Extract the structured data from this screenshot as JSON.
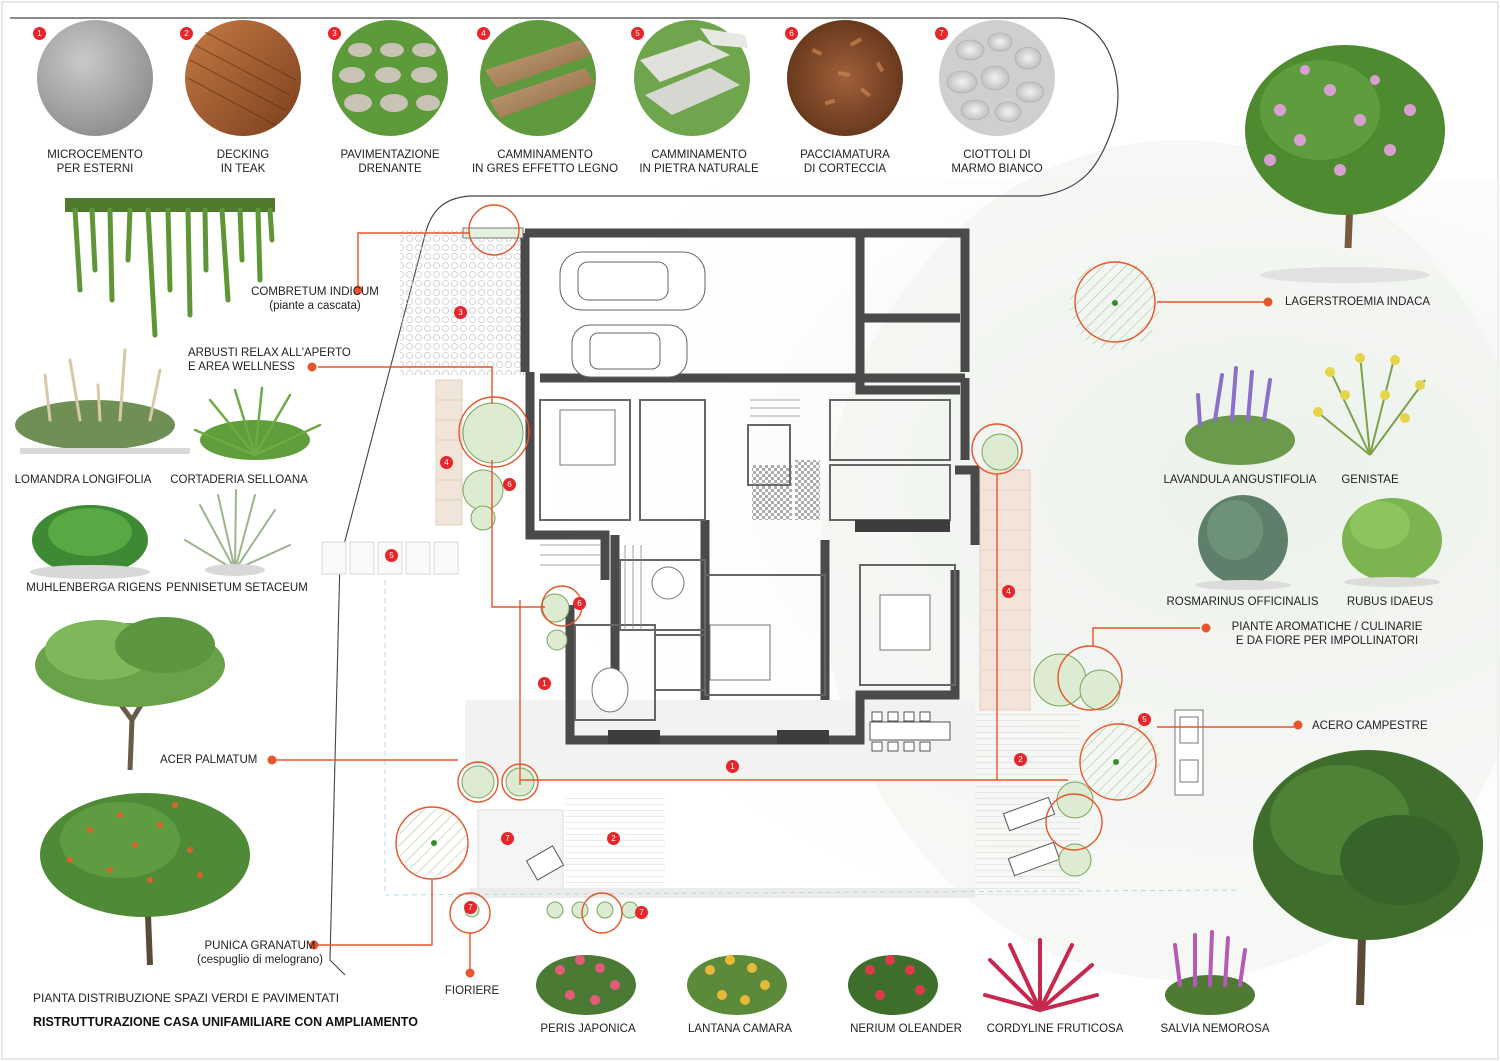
{
  "materials": [
    {
      "num": "1",
      "line1": "MICROCEMENTO",
      "line2": "PER ESTERNI",
      "icon": "concrete-texture"
    },
    {
      "num": "2",
      "line1": "DECKING",
      "line2": "IN TEAK",
      "icon": "teak-texture"
    },
    {
      "num": "3",
      "line1": "PAVIMENTAZIONE",
      "line2": "DRENANTE",
      "icon": "grass-paver-texture"
    },
    {
      "num": "4",
      "line1": "CAMMINAMENTO",
      "line2": "IN GRES EFFETTO LEGNO",
      "icon": "wood-tile-texture"
    },
    {
      "num": "5",
      "line1": "CAMMINAMENTO",
      "line2": "IN PIETRA NATURALE",
      "icon": "stone-slab-texture"
    },
    {
      "num": "6",
      "line1": "PACCIAMATURA",
      "line2": "DI CORTECCIA",
      "icon": "bark-mulch-texture"
    },
    {
      "num": "7",
      "line1": "CIOTTOLI DI",
      "line2": "MARMO BIANCO",
      "icon": "marble-pebble-texture"
    }
  ],
  "left_labels": {
    "combretum": {
      "line1": "COMBRETUM INDICUM",
      "line2": "(piante a cascata)"
    },
    "arbusti": {
      "line1": "ARBUSTI RELAX ALL'APERTO",
      "line2": "E AREA WELLNESS"
    },
    "acer_palmatum": "ACER PALMATUM",
    "punica": {
      "line1": "PUNICA GRANATUM",
      "line2": "(cespuglio di melograno)"
    },
    "fioriere": "FIORIERE"
  },
  "left_plants": [
    "LOMANDRA LONGIFOLIA",
    "CORTADERIA SELLOANA",
    "MUHLENBERGA RIGENS",
    "PENNISETUM SETACEUM"
  ],
  "right_labels": {
    "lagerstroemia": "LAGERSTROEMIA INDACA",
    "aromatiche": {
      "line1": "PIANTE AROMATICHE / CULINARIE",
      "line2": "E DA FIORE PER IMPOLLINATORI"
    },
    "acero": "ACERO CAMPESTRE"
  },
  "right_plants": [
    "LAVANDULA ANGUSTIFOLIA",
    "GENISTAE",
    "ROSMARINUS OFFICINALIS",
    "RUBUS IDAEUS"
  ],
  "bottom_plants": [
    "PERIS JAPONICA",
    "LANTANA CAMARA",
    "NERIUM OLEANDER",
    "CORDYLINE FRUTICOSA",
    "SALVIA NEMOROSA"
  ],
  "plan_markers": [
    "3",
    "4",
    "6",
    "5",
    "6",
    "1",
    "1",
    "2",
    "4",
    "5",
    "2",
    "7",
    "7",
    "7"
  ],
  "title": {
    "line1": "PIANTA DISTRIBUZIONE SPAZI VERDI E PAVIMENTATI",
    "line2": "RISTRUTTURAZIONE CASA UNIFAMILIARE CON AMPLIAMENTO"
  },
  "colors": {
    "accent": "#e8552a",
    "marker": "#e8252a",
    "wall": "#4a4a4a",
    "pool": "#bfe8f4",
    "grass": "#7fae4f"
  }
}
